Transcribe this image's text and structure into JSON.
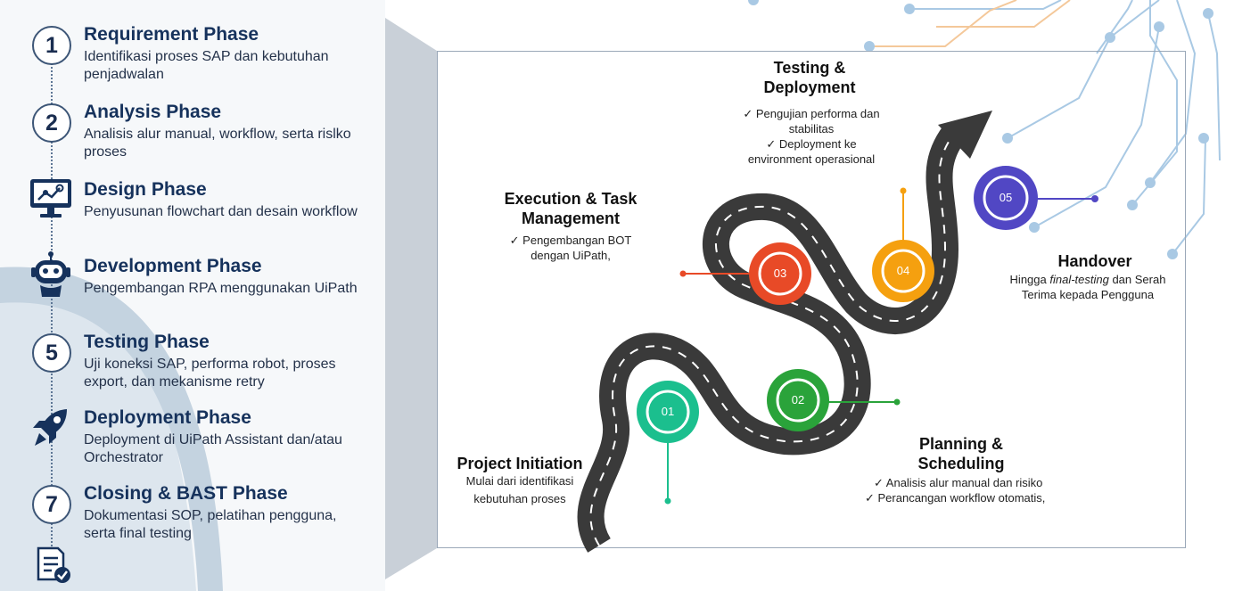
{
  "phases": [
    {
      "marker": "1",
      "icon": "",
      "title": "Requirement Phase",
      "desc": "Identifikasi proses SAP dan kebutuhan penjadwalan"
    },
    {
      "marker": "2",
      "icon": "",
      "title": "Analysis Phase",
      "desc": "Analisis alur manual, workflow, serta rislko proses"
    },
    {
      "marker": "",
      "icon": "monitor-chart-icon",
      "title": "Design Phase",
      "desc": "Penyusunan flowchart dan desain workflow"
    },
    {
      "marker": "",
      "icon": "robot-icon",
      "title": "Development Phase",
      "desc": "Pengembangan RPA menggunakan UiPath"
    },
    {
      "marker": "5",
      "icon": "",
      "title": "Testing Phase",
      "desc": "Uji koneksi SAP, performa robot, proses export, dan mekanisme retry"
    },
    {
      "marker": "",
      "icon": "rocket-icon",
      "title": "Deployment Phase",
      "desc": "Deployment di UiPath Assistant dan/atau Orchestrator"
    },
    {
      "marker": "7",
      "icon": "",
      "title": "Closing & BAST Phase",
      "desc": "Dokumentasi SOP, pelatihan pengguna, serta final testing"
    }
  ],
  "bottom_icon": "document-check-icon",
  "roadmap": {
    "milestones": [
      {
        "num": "01",
        "color": "#1bbf8e"
      },
      {
        "num": "02",
        "color": "#2aa33a"
      },
      {
        "num": "03",
        "color": "#e84a27"
      },
      {
        "num": "04",
        "color": "#f5a00f"
      },
      {
        "num": "05",
        "color": "#5147c4"
      }
    ],
    "project_initiation": {
      "title": "Project Initiation",
      "desc1": "Mulai dari identifikasi",
      "desc2": "kebutuhan proses"
    },
    "planning": {
      "title1": "Planning &",
      "title2": "Scheduling",
      "item1": "✓  Analisis alur manual dan risiko",
      "item2": "✓  Perancangan workflow otomatis,"
    },
    "execution": {
      "title1": "Execution & Task",
      "title2": "Management",
      "item1": "✓  Pengembangan BOT",
      "item2": "dengan UiPath,"
    },
    "testing": {
      "title1": "Testing &",
      "title2": "Deployment",
      "item1": "✓  Pengujian performa dan",
      "item2": "stabilitas",
      "item3": "✓  Deployment ke",
      "item4": "environment operasional"
    },
    "handover": {
      "title": "Handover",
      "desc_pre": "Hingga ",
      "desc_em": "final-testing",
      "desc_post": " dan Serah",
      "desc2": "Terima kepada Pengguna"
    }
  },
  "colors": {
    "navy": "#16325c",
    "road": "#3a3a3a",
    "circuit": "#a9c9e4",
    "circuit_accent": "#f4c89a"
  }
}
